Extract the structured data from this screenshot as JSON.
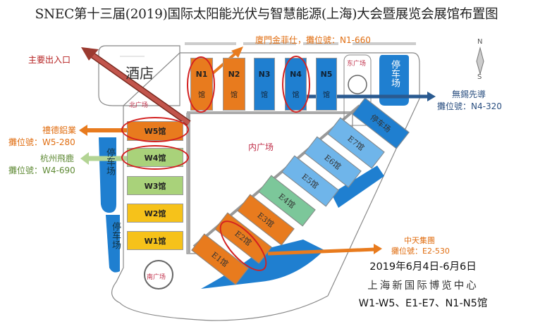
{
  "title": "SNEC第十三届(2019)国际太阳能光伏与智慧能源(上海)大会暨展览会展馆布置图",
  "main_entrance": "主要出入口",
  "compass": {
    "north": "N",
    "south": "S"
  },
  "areas": {
    "hotel": "酒店",
    "north_plaza": "北广场",
    "east_plaza": "东广场",
    "inner_plaza": "内广场",
    "south_plaza": "南广场",
    "parking": "停车场"
  },
  "halls": {
    "north": [
      {
        "name": "N1",
        "suffix": "馆"
      },
      {
        "name": "N2",
        "suffix": "馆"
      },
      {
        "name": "N3",
        "suffix": "馆"
      },
      {
        "name": "N4",
        "suffix": "馆"
      },
      {
        "name": "N5",
        "suffix": "馆"
      }
    ],
    "west": [
      "W5馆",
      "W4馆",
      "W3馆",
      "W2馆",
      "W1馆"
    ],
    "east": [
      "E1馆",
      "E2馆",
      "E3馆",
      "E4馆",
      "E5馆",
      "E6馆",
      "E7馆",
      "停车场"
    ]
  },
  "callouts": {
    "n1": "廈門金菲仕，攤位號：N1-660",
    "n4": {
      "company": "無錫先導",
      "booth": "攤位號：N4-320"
    },
    "w5": {
      "company": "禮德鋁業",
      "booth": "攤位號：W5-280"
    },
    "w4": {
      "company": "杭州飛鹿",
      "booth": "攤位號：W4-690"
    },
    "e2": {
      "company": "中天集團",
      "booth": "攤位號：E2-530"
    }
  },
  "info": {
    "dates": "2019年6月4日-6月6日",
    "venue": "上海新国际博览中心",
    "halls": "W1-W5、E1-E7、N1-N5馆"
  },
  "colors": {
    "orange": "#e87b1e",
    "blue": "#1f7fd0",
    "light_blue": "#6fb5ea",
    "light_green": "#a9d27a",
    "yellow": "#f6c21a",
    "highlight": "#d32020"
  }
}
